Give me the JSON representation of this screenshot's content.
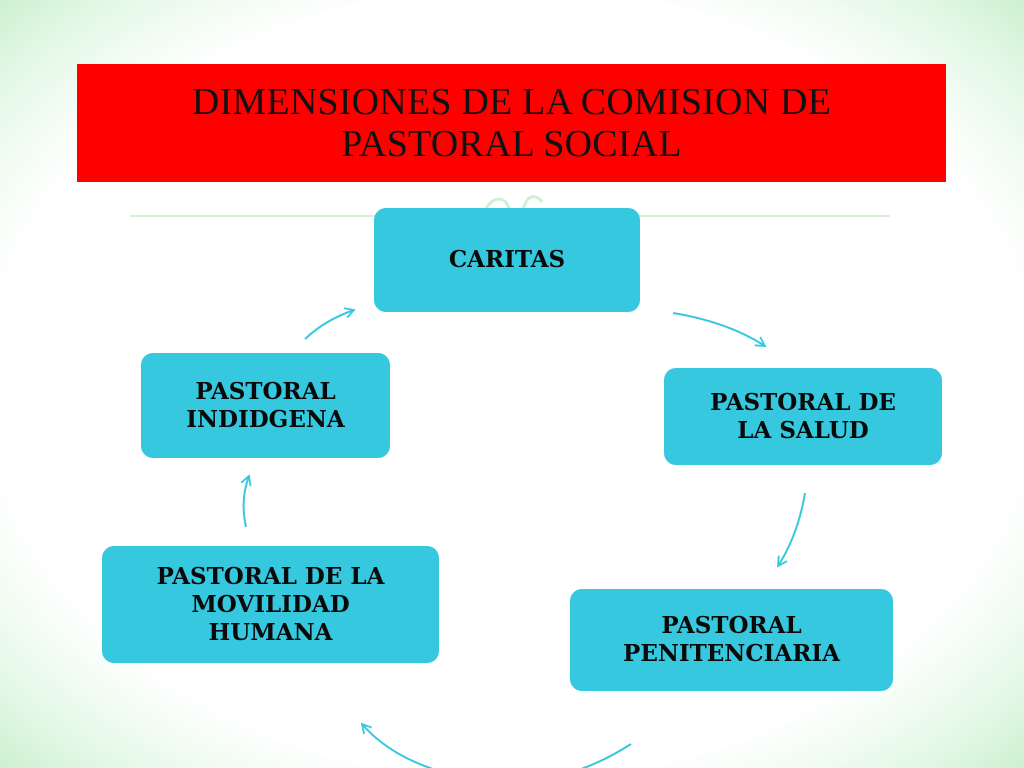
{
  "slide": {
    "title_line_1": "DIMENSIONES DE LA COMISION DE",
    "title_line_2": "PASTORAL SOCIAL"
  },
  "colors": {
    "title_band": "#ff0000",
    "node_fill": "#36c8de",
    "arrow": "#36c8de",
    "frame_tint": "#d9f5dc"
  },
  "cycle": {
    "nodes": [
      {
        "id": "caritas",
        "line_1": "CARITAS",
        "line_2": "",
        "line_3": ""
      },
      {
        "id": "salud",
        "line_1": "PASTORAL DE",
        "line_2": "LA SALUD",
        "line_3": ""
      },
      {
        "id": "penitenciaria",
        "line_1": "PASTORAL",
        "line_2": "PENITENCIARIA",
        "line_3": ""
      },
      {
        "id": "movilidad",
        "line_1": "PASTORAL DE LA",
        "line_2": "MOVILIDAD",
        "line_3": "HUMANA"
      },
      {
        "id": "indidgena",
        "line_1": "PASTORAL",
        "line_2": "INDIDGENA",
        "line_3": ""
      }
    ],
    "direction": "clockwise"
  }
}
